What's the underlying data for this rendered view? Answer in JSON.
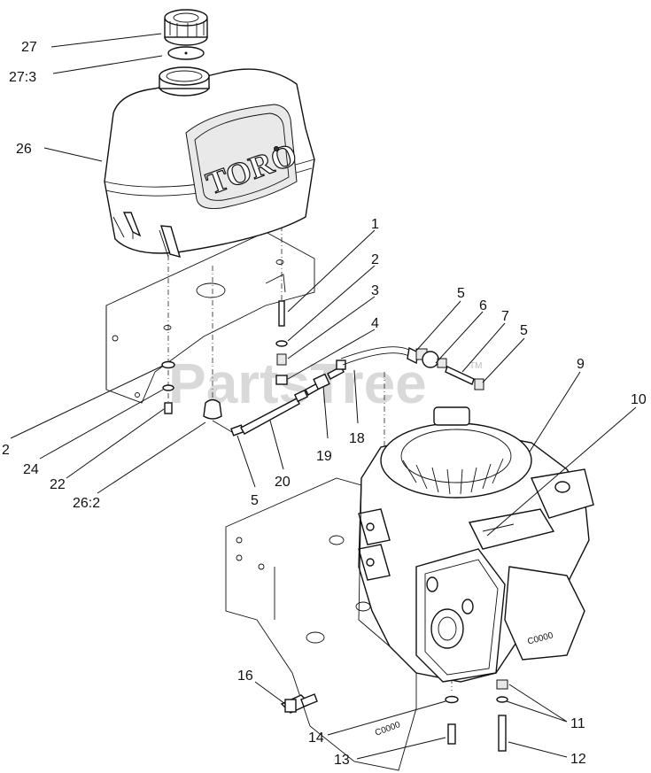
{
  "watermark": {
    "text": "PartsTree",
    "tm": "TM"
  },
  "tank_brand": "TORO",
  "engine_decal": "C0000",
  "frame_decal": "C0000",
  "callouts": [
    {
      "id": "c27",
      "text": "27"
    },
    {
      "id": "c27_3",
      "text": "27:3"
    },
    {
      "id": "c26",
      "text": "26"
    },
    {
      "id": "c1",
      "text": "1"
    },
    {
      "id": "c2r",
      "text": "2"
    },
    {
      "id": "c3",
      "text": "3"
    },
    {
      "id": "c4",
      "text": "4"
    },
    {
      "id": "c5a",
      "text": "5"
    },
    {
      "id": "c6",
      "text": "6"
    },
    {
      "id": "c7",
      "text": "7"
    },
    {
      "id": "c5b",
      "text": "5"
    },
    {
      "id": "c9",
      "text": "9"
    },
    {
      "id": "c10",
      "text": "10"
    },
    {
      "id": "c2l",
      "text": "2"
    },
    {
      "id": "c24",
      "text": "24"
    },
    {
      "id": "c22",
      "text": "22"
    },
    {
      "id": "c26_2",
      "text": "26:2"
    },
    {
      "id": "c5c",
      "text": "5"
    },
    {
      "id": "c20",
      "text": "20"
    },
    {
      "id": "c19",
      "text": "19"
    },
    {
      "id": "c18",
      "text": "18"
    },
    {
      "id": "c16",
      "text": "16"
    },
    {
      "id": "c14",
      "text": "14"
    },
    {
      "id": "c13",
      "text": "13"
    },
    {
      "id": "c11",
      "text": "11"
    },
    {
      "id": "c12",
      "text": "12"
    }
  ]
}
